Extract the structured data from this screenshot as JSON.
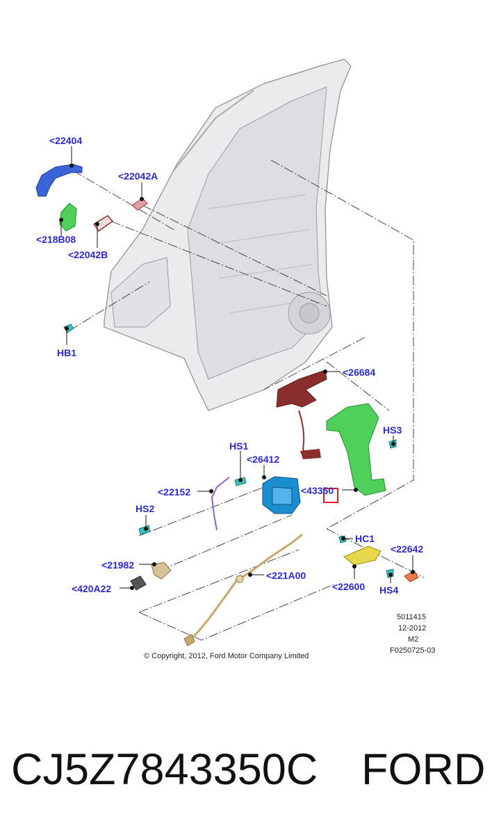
{
  "labels": {
    "l22404": "<22404",
    "l22042A": "<22042A",
    "l218B08": "<218B08",
    "l22042B": "<22042B",
    "lHB1": "HB1",
    "l26684": "<26684",
    "lHS3": "HS3",
    "lHS1": "HS1",
    "l26412": "<26412",
    "l22152": "<22152",
    "l43350": "<43350",
    "lHS2": "HS2",
    "lHC1": "HC1",
    "l22642": "<22642",
    "l21982": "<21982",
    "l221A00": "<221A00",
    "l420A22": "<420A22",
    "l22600": "<22600",
    "lHS4": "HS4"
  },
  "meta": {
    "line1": "5011415",
    "line2": "12-2012",
    "line3": "M2",
    "line4": "F0250725-03",
    "copyright": "© Copyright, 2012, Ford Motor Company Limited"
  },
  "footer": {
    "part_number": "CJ5Z7843350C",
    "brand": "FORD"
  },
  "colors": {
    "label": "#2a2ad0",
    "handle": "#3a64d8",
    "lock": "#1b8ed0",
    "bracket": "#4fd05a",
    "harness": "#8b2e2e",
    "cover": "#e6d84a",
    "highlight": "#e02020"
  }
}
